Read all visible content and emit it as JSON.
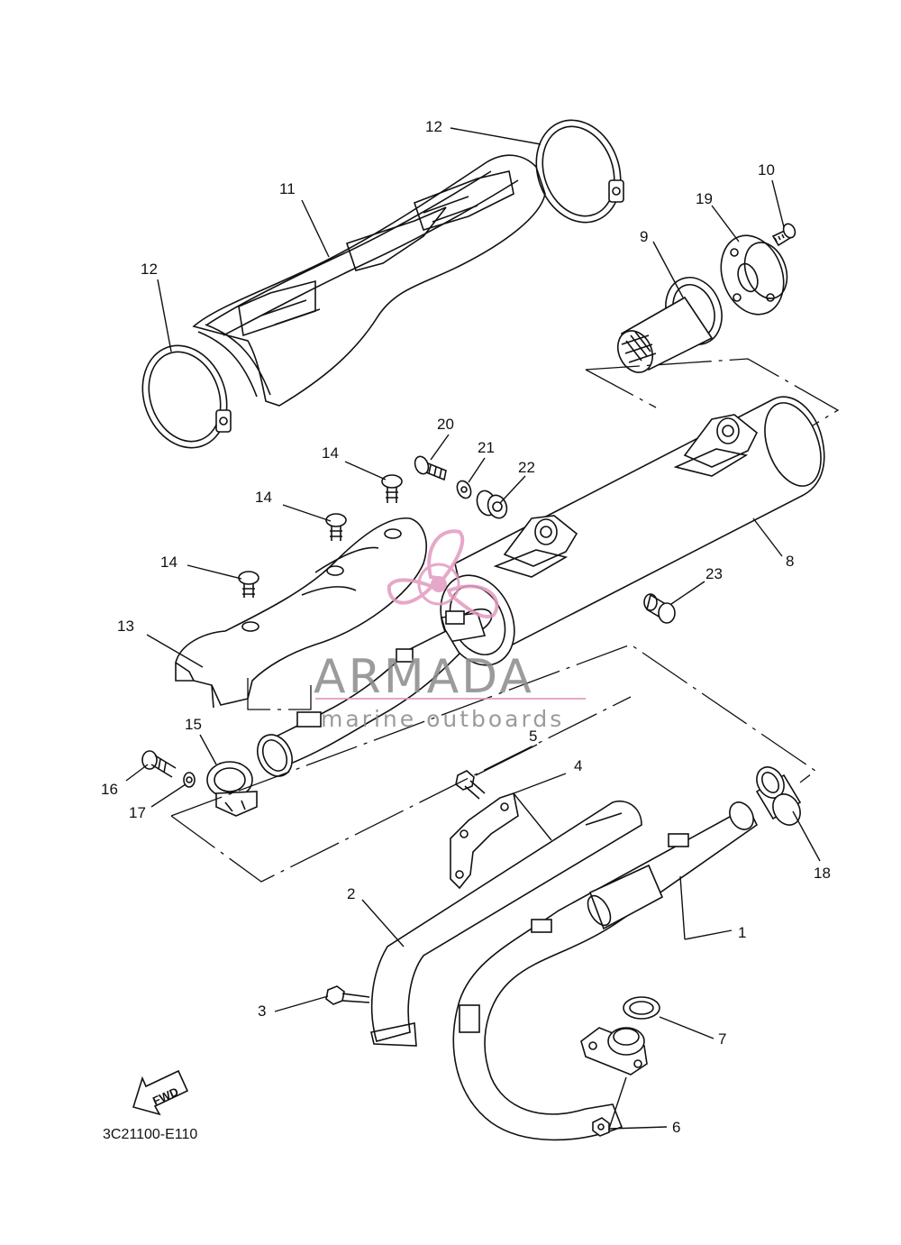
{
  "diagram": {
    "code": "3C21100-E110",
    "fwd_label": "FWD",
    "callouts": [
      {
        "id": "c1",
        "label": "1"
      },
      {
        "id": "c2",
        "label": "2"
      },
      {
        "id": "c3",
        "label": "3"
      },
      {
        "id": "c4",
        "label": "4"
      },
      {
        "id": "c5",
        "label": "5"
      },
      {
        "id": "c6",
        "label": "6"
      },
      {
        "id": "c7",
        "label": "7"
      },
      {
        "id": "c8",
        "label": "8"
      },
      {
        "id": "c9",
        "label": "9"
      },
      {
        "id": "c10",
        "label": "10"
      },
      {
        "id": "c11",
        "label": "11"
      },
      {
        "id": "c12a",
        "label": "12"
      },
      {
        "id": "c12b",
        "label": "12"
      },
      {
        "id": "c13",
        "label": "13"
      },
      {
        "id": "c14a",
        "label": "14"
      },
      {
        "id": "c14b",
        "label": "14"
      },
      {
        "id": "c14c",
        "label": "14"
      },
      {
        "id": "c15",
        "label": "15"
      },
      {
        "id": "c16",
        "label": "16"
      },
      {
        "id": "c17",
        "label": "17"
      },
      {
        "id": "c18",
        "label": "18"
      },
      {
        "id": "c19",
        "label": "19"
      },
      {
        "id": "c20",
        "label": "20"
      },
      {
        "id": "c21",
        "label": "21"
      },
      {
        "id": "c22",
        "label": "22"
      },
      {
        "id": "c23",
        "label": "23"
      }
    ]
  },
  "watermark": {
    "title": "ARMADA",
    "subtitle": "marine outboards",
    "logo_color": "#e29ac0",
    "text_color": "#8a8a8a"
  }
}
